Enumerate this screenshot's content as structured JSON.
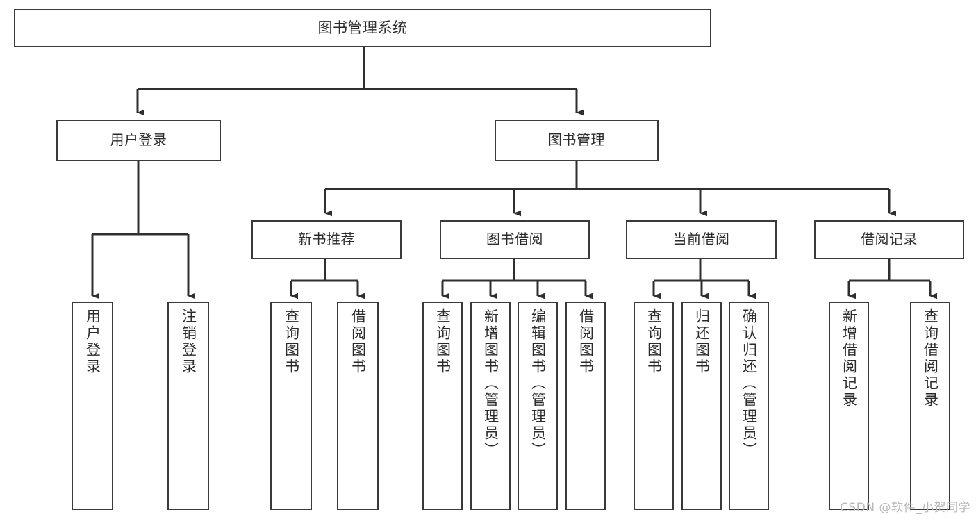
{
  "diagram": {
    "title": "图书管理系统",
    "type": "tree-hierarchy",
    "orientation": "top-down",
    "colors": {
      "box_border": "#3a3a3a",
      "box_fill": "#ffffff",
      "edge": "#2f2f2f",
      "text": "#2b2b2b",
      "watermark": "#b9b9b9",
      "background": "#ffffff"
    }
  },
  "nodes": {
    "root": {
      "label": "图书管理系统",
      "level": 0
    },
    "level1": [
      {
        "id": "user_login",
        "label": "用户登录"
      },
      {
        "id": "book_manage",
        "label": "图书管理"
      }
    ],
    "level2": [
      {
        "id": "new_book_rec",
        "label": "新书推荐"
      },
      {
        "id": "book_borrow",
        "label": "图书借阅"
      },
      {
        "id": "current_borrow",
        "label": "当前借阅"
      },
      {
        "id": "borrow_record",
        "label": "借阅记录"
      }
    ],
    "leaves": {
      "user_login": [
        {
          "id": "leaf_user_login",
          "label": "用户登录"
        },
        {
          "id": "leaf_logout",
          "label": "注销登录"
        }
      ],
      "new_book_rec": [
        {
          "id": "leaf_query_book_1",
          "label": "查询图书"
        },
        {
          "id": "leaf_borrow_book_1",
          "label": "借阅图书"
        }
      ],
      "book_borrow": [
        {
          "id": "leaf_query_book_2",
          "label": "查询图书"
        },
        {
          "id": "leaf_add_book",
          "label": "新增图书（管理员）"
        },
        {
          "id": "leaf_edit_book",
          "label": "编辑图书（管理员）"
        },
        {
          "id": "leaf_borrow_book_2",
          "label": "借阅图书"
        }
      ],
      "current_borrow": [
        {
          "id": "leaf_query_book_3",
          "label": "查询图书"
        },
        {
          "id": "leaf_return_book",
          "label": "归还图书"
        },
        {
          "id": "leaf_confirm_return",
          "label": "确认归还（管理员）"
        }
      ],
      "borrow_record": [
        {
          "id": "leaf_add_record",
          "label": "新增借阅记录"
        },
        {
          "id": "leaf_query_record",
          "label": "查询借阅记录"
        }
      ]
    }
  },
  "watermark": {
    "text": "CSDN @软件_小贺同学"
  }
}
